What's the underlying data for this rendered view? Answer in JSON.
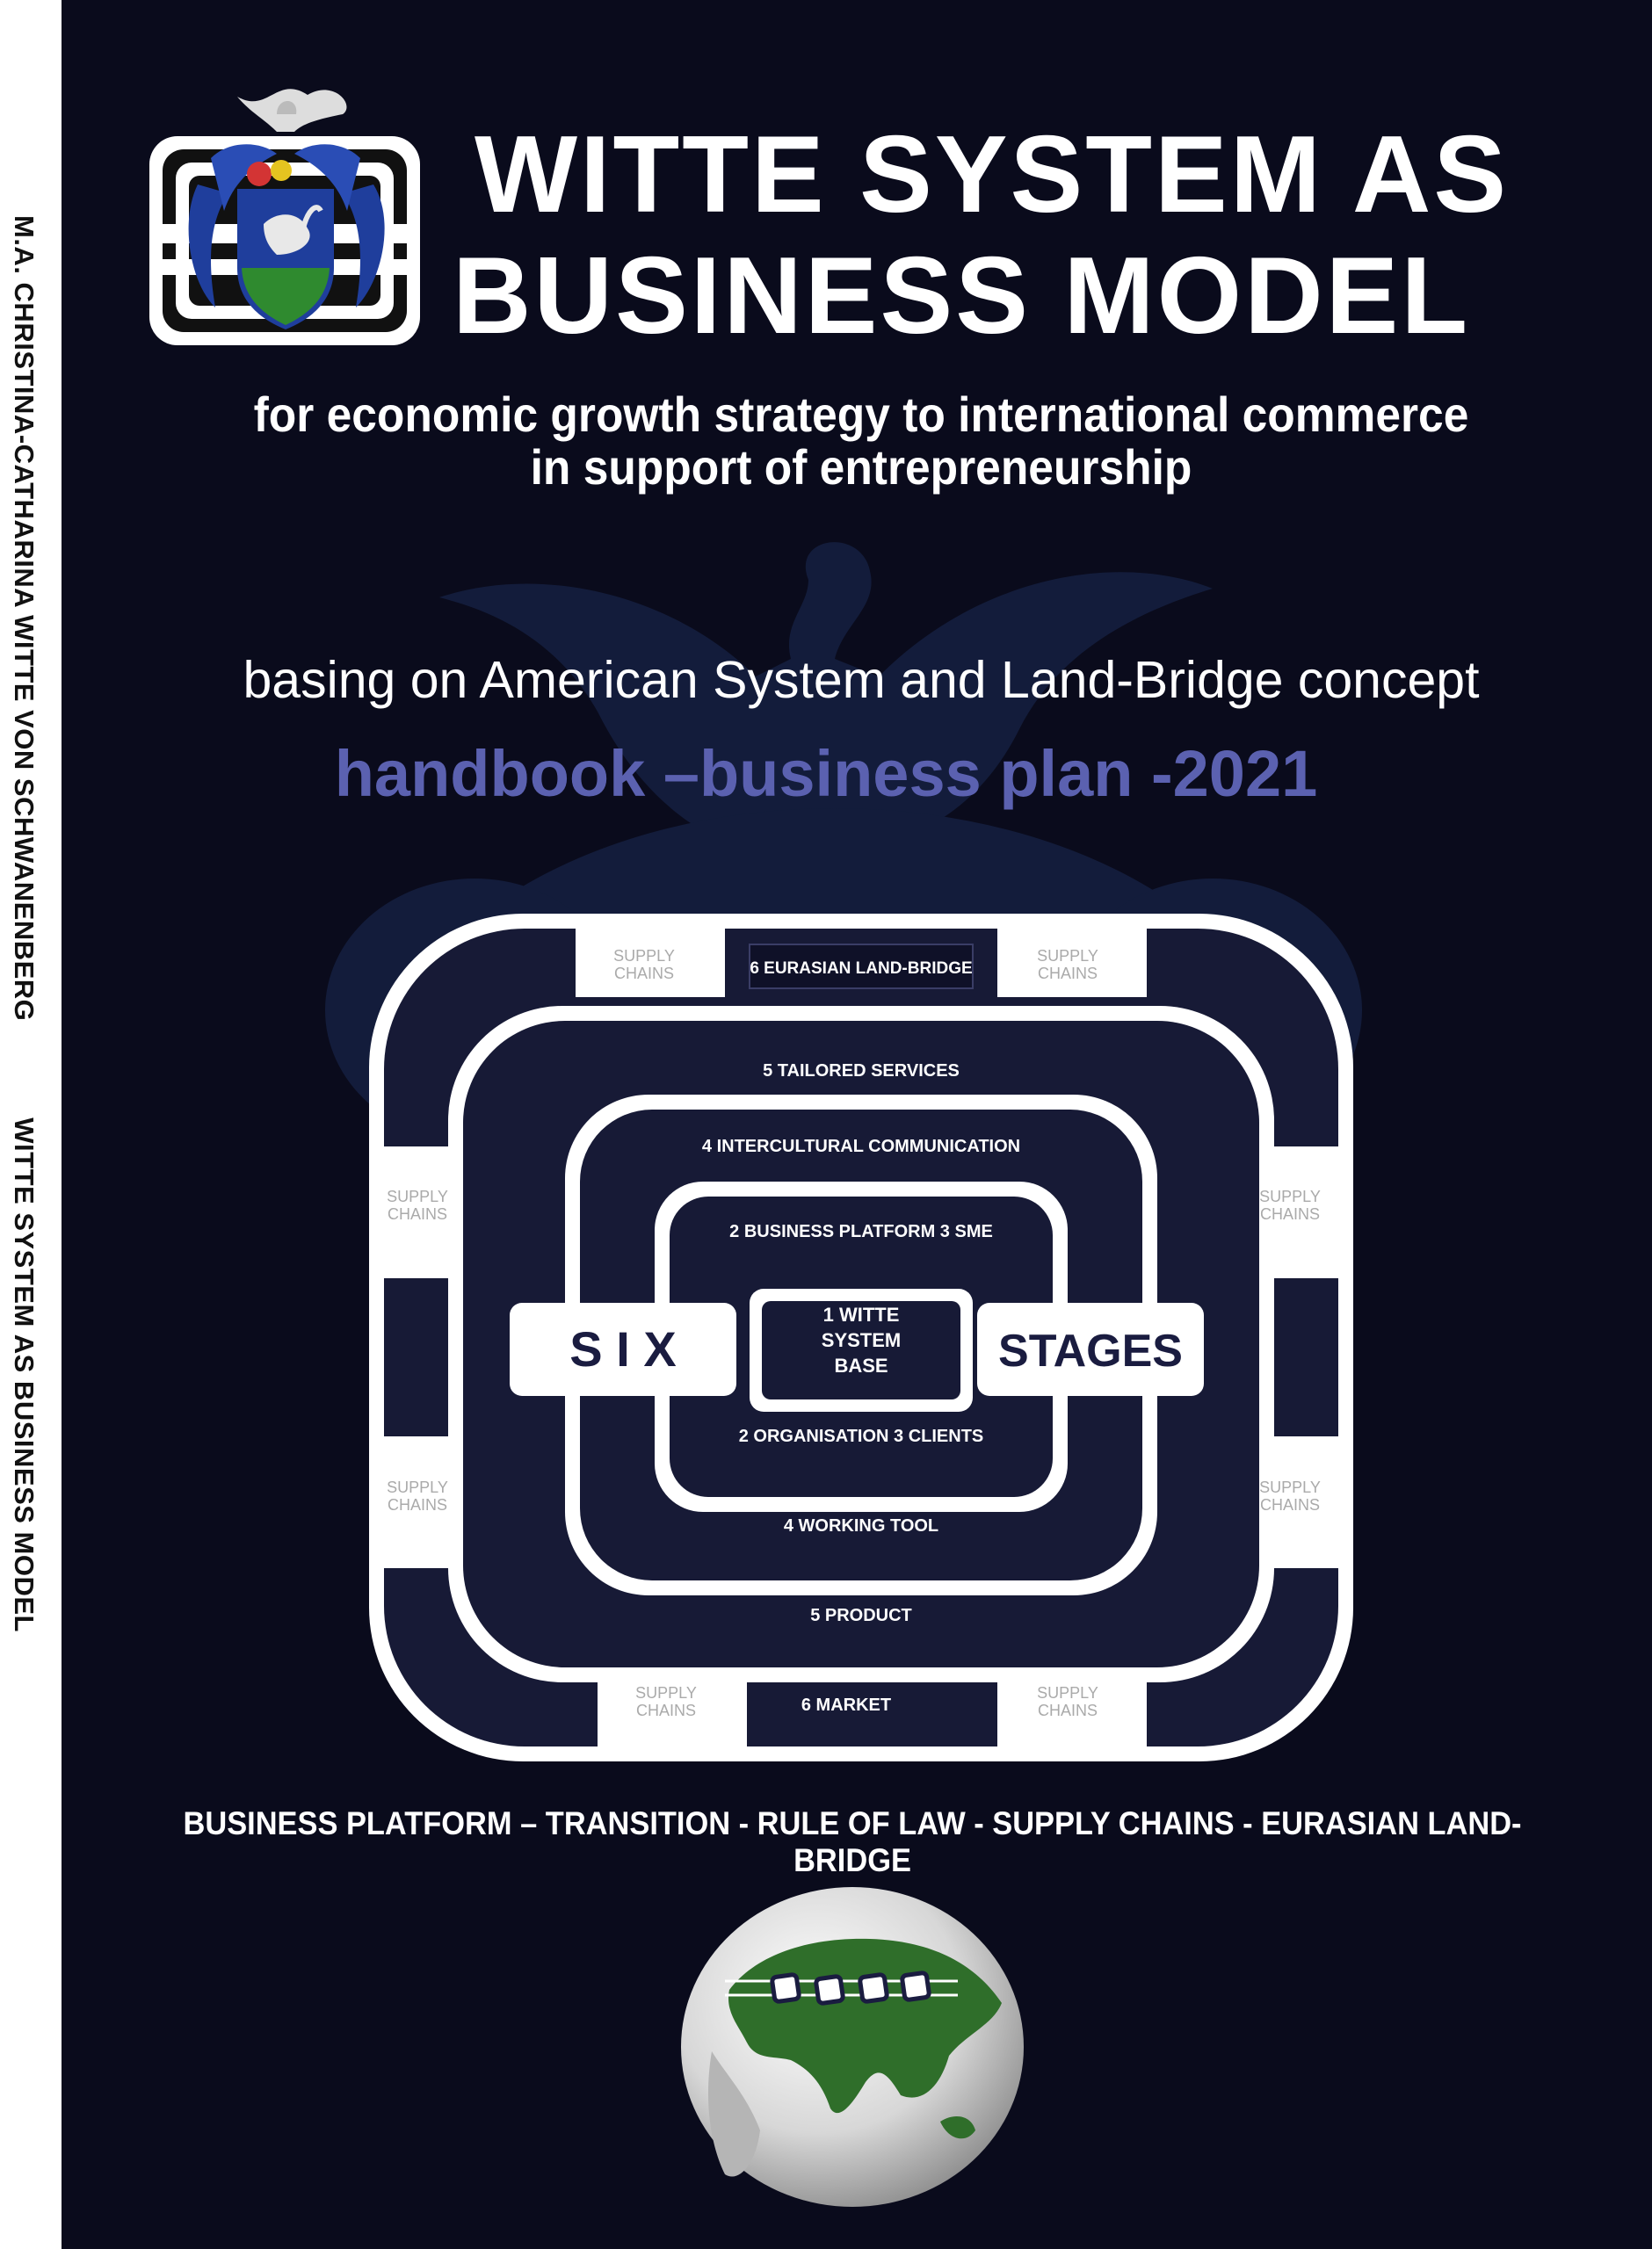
{
  "spine": {
    "author": "M.A. CHRISTINA-CATHARINA WITTE VON SCHWANENBERG",
    "title": "WITTE SYSTEM AS BUSINESS MODEL"
  },
  "title": {
    "line1": "WITTE SYSTEM AS",
    "line2": "BUSINESS MODEL"
  },
  "subtitle": {
    "line1": "for economic growth strategy to international commerce",
    "line2": "in support of entrepreneurship"
  },
  "basing": "basing on American System and Land-Bridge concept",
  "handbook": "handbook –business plan -2021",
  "diagram": {
    "ring6_top": "6  EURASIAN  LAND-BRIDGE",
    "ring5_top": "5  TAILORED SERVICES",
    "ring4_top": "4  INTERCULTURAL  COMMUNICATION",
    "ring23_top": "2  BUSINESS PLATFORM   3 SME",
    "core_line1": "1  WITTE",
    "core_line2": "SYSTEM",
    "core_line3": "BASE",
    "ring23_bottom": "2  ORGANISATION   3 CLIENTS",
    "ring4_bottom": "4  WORKING TOOL",
    "ring5_bottom": "5  PRODUCT",
    "ring6_bottom": "6  MARKET",
    "six": "S I X",
    "stages": "STAGES",
    "supply_line1": "SUPPLY",
    "supply_line2": "CHAINS"
  },
  "tagline": "BUSINESS PLATFORM – TRANSITION - RULE OF LAW - SUPPLY CHAINS - EURASIAN LAND-BRIDGE",
  "colors": {
    "background": "#0a0b1c",
    "handbook_accent": "#5b61b0",
    "ring_fill": "#171a36",
    "crest_blue": "#1f3e9c",
    "globe_green": "#2f6e2a"
  },
  "icons": {
    "crest": "coat-of-arms-swan-icon",
    "globe": "eurasia-globe-icon",
    "watermark": "swan-crest-watermark-icon"
  }
}
